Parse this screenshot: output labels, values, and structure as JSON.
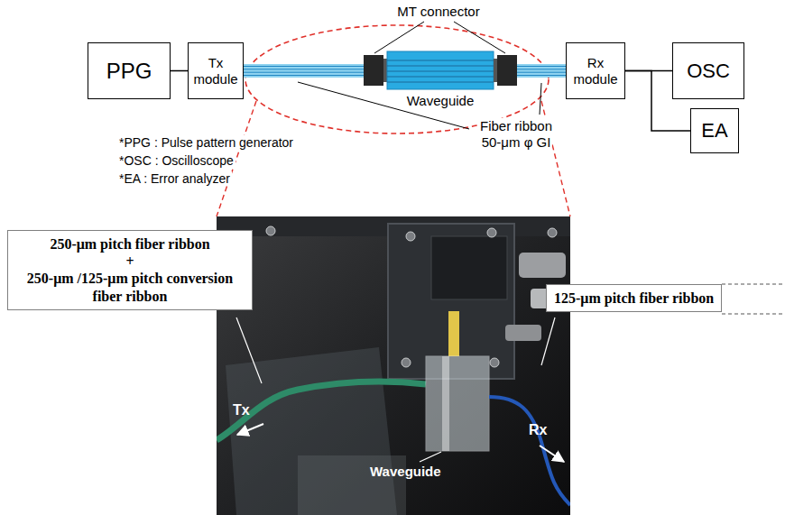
{
  "diagram": {
    "nodes": [
      {
        "text": [
          "PPG"
        ]
      },
      {
        "text": [
          "Tx module"
        ]
      },
      {
        "text": [
          "Waveguide"
        ]
      },
      {
        "text": [
          "Rx module"
        ]
      },
      {
        "text": [
          "OSC"
        ]
      },
      {
        "text": [
          "EA"
        ]
      },
      {
        "text": [
          "250-μm pitch fiber ribbon",
          "+",
          "250-μm /125-μm pitch conversion fiber ribbon"
        ]
      },
      {
        "text": [
          "125-μm pitch fiber ribbon"
        ]
      }
    ],
    "edges": [
      {
        "from": 0,
        "to": 1,
        "arrow": "none"
      },
      {
        "from": 1,
        "to": 2,
        "arrow": "none"
      },
      {
        "from": 2,
        "to": 3,
        "arrow": "none"
      },
      {
        "from": 3,
        "to": 4,
        "arrow": "none"
      },
      {
        "from": 3,
        "to": 5,
        "arrow": "none"
      }
    ],
    "labels": [
      "MT connector",
      "Fiber ribbon",
      "50-μm φ GI",
      "*PPG : Pulse pattern generator",
      "*OSC : Oscilloscope",
      "*EA : Error analyzer",
      "Tx",
      "Waveguide",
      "Rx"
    ]
  }
}
